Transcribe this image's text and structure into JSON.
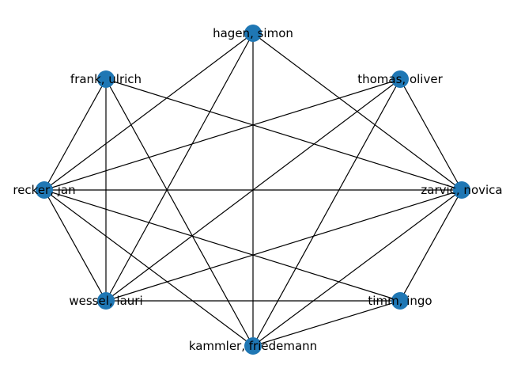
{
  "colors": {
    "node": "#1f77b4",
    "edge": "#000000",
    "label": "#000000",
    "background": "#ffffff"
  },
  "nodes": [
    {
      "id": "hagen",
      "label": "hagen, simon"
    },
    {
      "id": "thomas",
      "label": "thomas, oliver"
    },
    {
      "id": "zarvic",
      "label": "zarvic, novica"
    },
    {
      "id": "timm",
      "label": "timm, ingo"
    },
    {
      "id": "kammler",
      "label": "kammler, friedemann"
    },
    {
      "id": "wessel",
      "label": "wessel, lauri"
    },
    {
      "id": "recker",
      "label": "recker, jan"
    },
    {
      "id": "frank",
      "label": "frank, ulrich"
    }
  ],
  "edges": [
    [
      "hagen",
      "kammler"
    ],
    [
      "hagen",
      "zarvic"
    ],
    [
      "hagen",
      "recker"
    ],
    [
      "hagen",
      "wessel"
    ],
    [
      "thomas",
      "zarvic"
    ],
    [
      "thomas",
      "recker"
    ],
    [
      "thomas",
      "wessel"
    ],
    [
      "thomas",
      "kammler"
    ],
    [
      "frank",
      "recker"
    ],
    [
      "frank",
      "wessel"
    ],
    [
      "frank",
      "kammler"
    ],
    [
      "frank",
      "zarvic"
    ],
    [
      "recker",
      "zarvic"
    ],
    [
      "recker",
      "wessel"
    ],
    [
      "recker",
      "kammler"
    ],
    [
      "recker",
      "timm"
    ],
    [
      "zarvic",
      "timm"
    ],
    [
      "zarvic",
      "wessel"
    ],
    [
      "zarvic",
      "kammler"
    ],
    [
      "wessel",
      "timm"
    ],
    [
      "kammler",
      "timm"
    ]
  ]
}
